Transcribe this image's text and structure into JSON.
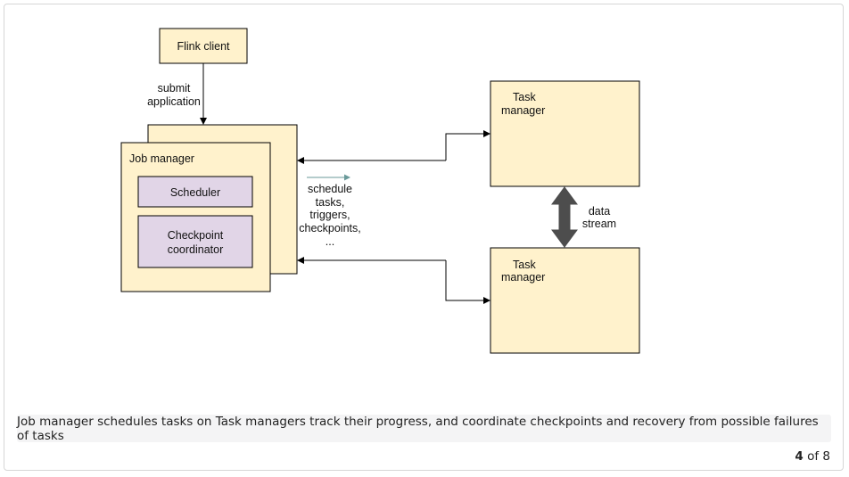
{
  "diagram": {
    "nodes": {
      "flink_client": "Flink client",
      "job_manager": "Job manager",
      "scheduler": "Scheduler",
      "checkpoint_coordinator": [
        "Checkpoint",
        "coordinator"
      ],
      "task_manager_top": [
        "Task",
        "manager"
      ],
      "task_manager_bottom": [
        "Task",
        "manager"
      ]
    },
    "edges": {
      "submit": [
        "submit",
        "application"
      ],
      "schedule": [
        "schedule",
        "tasks,",
        "triggers,",
        "checkpoints,",
        "..."
      ],
      "data_stream": [
        "data",
        "stream"
      ]
    },
    "colors": {
      "node_fill": "#fff2cc",
      "sub_fill": "#e1d5e7",
      "arrow": "#000000",
      "legend_arrow": "#6a9a9a",
      "data_stream_arrow": "#4d4d4d"
    }
  },
  "caption": "Job manager schedules tasks on Task managers track their progress, and coordinate checkpoints and recovery from possible failures of tasks",
  "pagination": {
    "current": "4",
    "of_label": "of",
    "total": "8"
  }
}
